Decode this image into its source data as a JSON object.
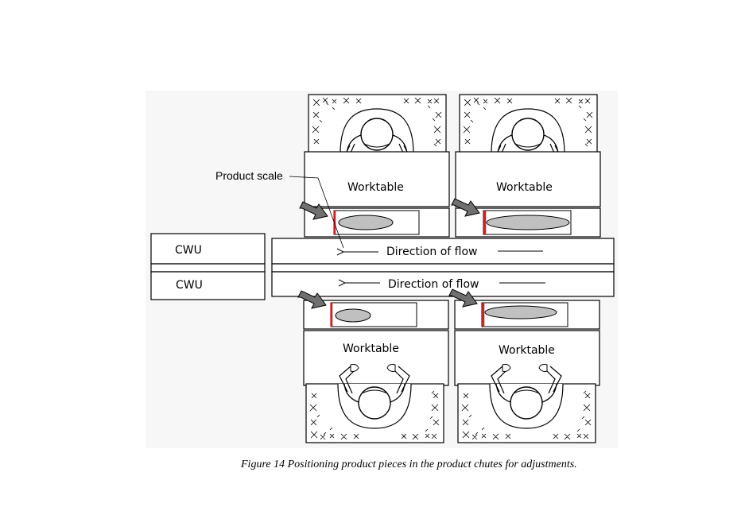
{
  "labels": {
    "product_scale": "Product scale",
    "worktable": "Worktable",
    "cwu": "CWU",
    "direction_of_flow": "Direction of flow"
  },
  "caption": "Figure 14 Positioning product pieces in the product chutes for adjustments.",
  "colors": {
    "background": "#f7f7f7",
    "scale_marker": "#e8141c",
    "product_fill": "#c0c0c0",
    "arrow_fill": "#707070",
    "line": "#000000"
  }
}
